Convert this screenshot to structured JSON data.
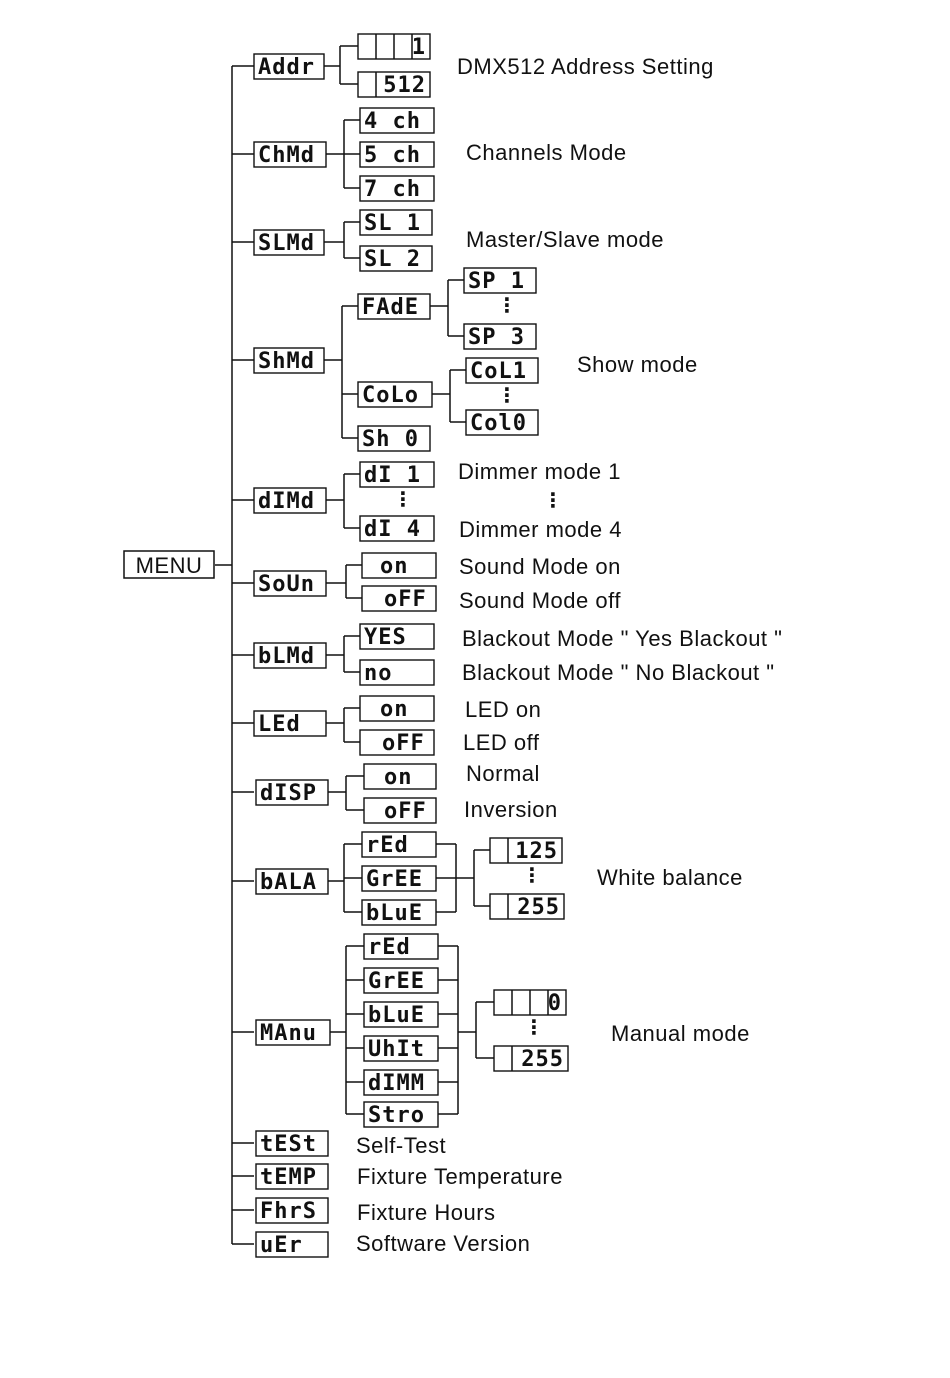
{
  "root": {
    "label": "MENU"
  },
  "menu": [
    {
      "id": "addr",
      "code": "Addr",
      "desc": "DMX512 Address Setting",
      "options": [
        "1",
        "512"
      ]
    },
    {
      "id": "chmd",
      "code": "ChMd",
      "desc": "Channels Mode",
      "options": [
        "4 ch",
        "5 ch",
        "7 ch"
      ]
    },
    {
      "id": "slmd",
      "code": "SLMd",
      "desc": "Master/Slave mode",
      "options": [
        "SL 1",
        "SL 2"
      ]
    },
    {
      "id": "shmd",
      "code": "ShMd",
      "desc": "Show mode",
      "options": [
        "FAdE",
        "CoLo",
        "Sh 0"
      ],
      "fade_range": [
        "SP 1",
        "SP 3"
      ],
      "colo_range": [
        "CoL1",
        "Col0"
      ]
    },
    {
      "id": "dimd",
      "code": "dIMd",
      "desc_first": "Dimmer mode 1",
      "desc_last": "Dimmer mode 4",
      "options": [
        "dI 1",
        "dI 4"
      ]
    },
    {
      "id": "soun",
      "code": "SoUn",
      "desc_on": "Sound Mode on",
      "desc_off": "Sound Mode off",
      "options": [
        "on",
        "oFF"
      ]
    },
    {
      "id": "blmd",
      "code": "bLMd",
      "desc_yes": "Blackout Mode \" Yes Blackout \"",
      "desc_no": "Blackout Mode \" No Blackout \"",
      "options": [
        "YES",
        "no"
      ]
    },
    {
      "id": "led",
      "code": "LEd",
      "desc_on": "LED on",
      "desc_off": "LED off",
      "options": [
        "on",
        "oFF"
      ]
    },
    {
      "id": "disp",
      "code": "dISP",
      "desc_on": "Normal",
      "desc_off": "Inversion",
      "options": [
        "on",
        "oFF"
      ]
    },
    {
      "id": "bala",
      "code": "bALA",
      "desc": "White balance",
      "options": [
        "rEd",
        "GrEE",
        "bLuE"
      ],
      "range": [
        "125",
        "255"
      ]
    },
    {
      "id": "manu",
      "code": "MAnu",
      "desc": "Manual mode",
      "options": [
        "rEd",
        "GrEE",
        "bLuE",
        "UhIt",
        "dIMM",
        "Stro"
      ],
      "range": [
        "0",
        "255"
      ]
    },
    {
      "id": "test",
      "code": "tESt",
      "desc": "Self-Test"
    },
    {
      "id": "temp",
      "code": "tEMP",
      "desc": "Fixture Temperature"
    },
    {
      "id": "fhrs",
      "code": "FhrS",
      "desc": "Fixture Hours"
    },
    {
      "id": "ver",
      "code": "uEr",
      "desc": "Software Version"
    }
  ]
}
